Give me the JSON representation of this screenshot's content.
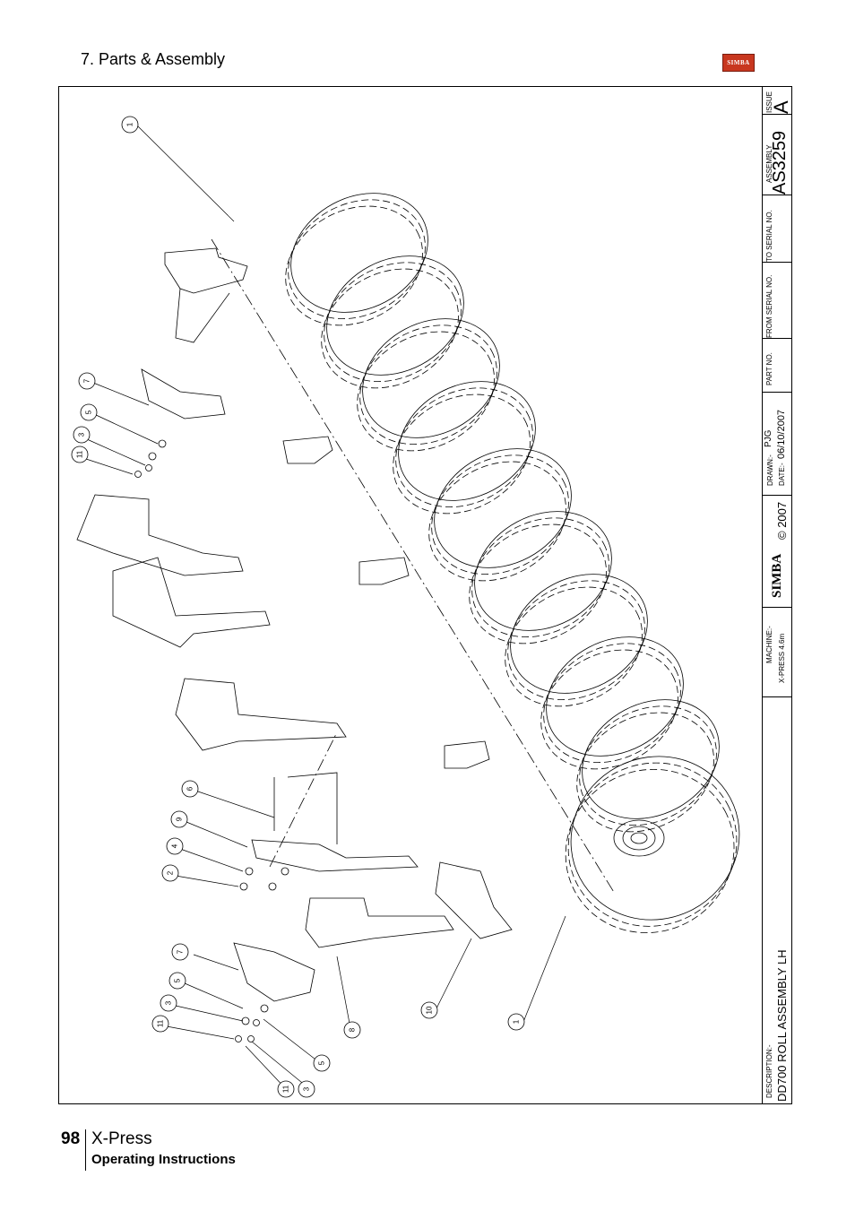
{
  "header": {
    "section_title": "7. Parts & Assembly",
    "logo_text": "SIMBA",
    "logo_color": "#c8371f"
  },
  "title_block": {
    "issue_label": "ISSUE",
    "issue_value": "A",
    "assembly_label": "ASSEMBLY",
    "assembly_value": "AS3259",
    "to_serial_label": "TO SERIAL NO.",
    "from_serial_label": "FROM SERIAL NO.",
    "part_no_label": "PART NO.",
    "drawn_label": "DRAWN:-",
    "drawn_value": "PJG",
    "date_label": "DATE:-",
    "date_value": "06/10/2007",
    "copyright": "© 2007",
    "brand": "SIMBA",
    "machine_label": "MACHINE:-",
    "machine_value": "X-PRESS 4.6m",
    "description_label": "DESCRIPTION:-",
    "description_value": "DD700 ROLL ASSEMBLY LH"
  },
  "balloons": [
    "1",
    "7",
    "5",
    "3",
    "11",
    "6",
    "9",
    "4",
    "2",
    "7",
    "5",
    "3",
    "11",
    "8",
    "10",
    "1",
    "5",
    "3",
    "11"
  ],
  "footer": {
    "page_number": "98",
    "product": "X-Press",
    "subtitle": "Operating Instructions"
  }
}
